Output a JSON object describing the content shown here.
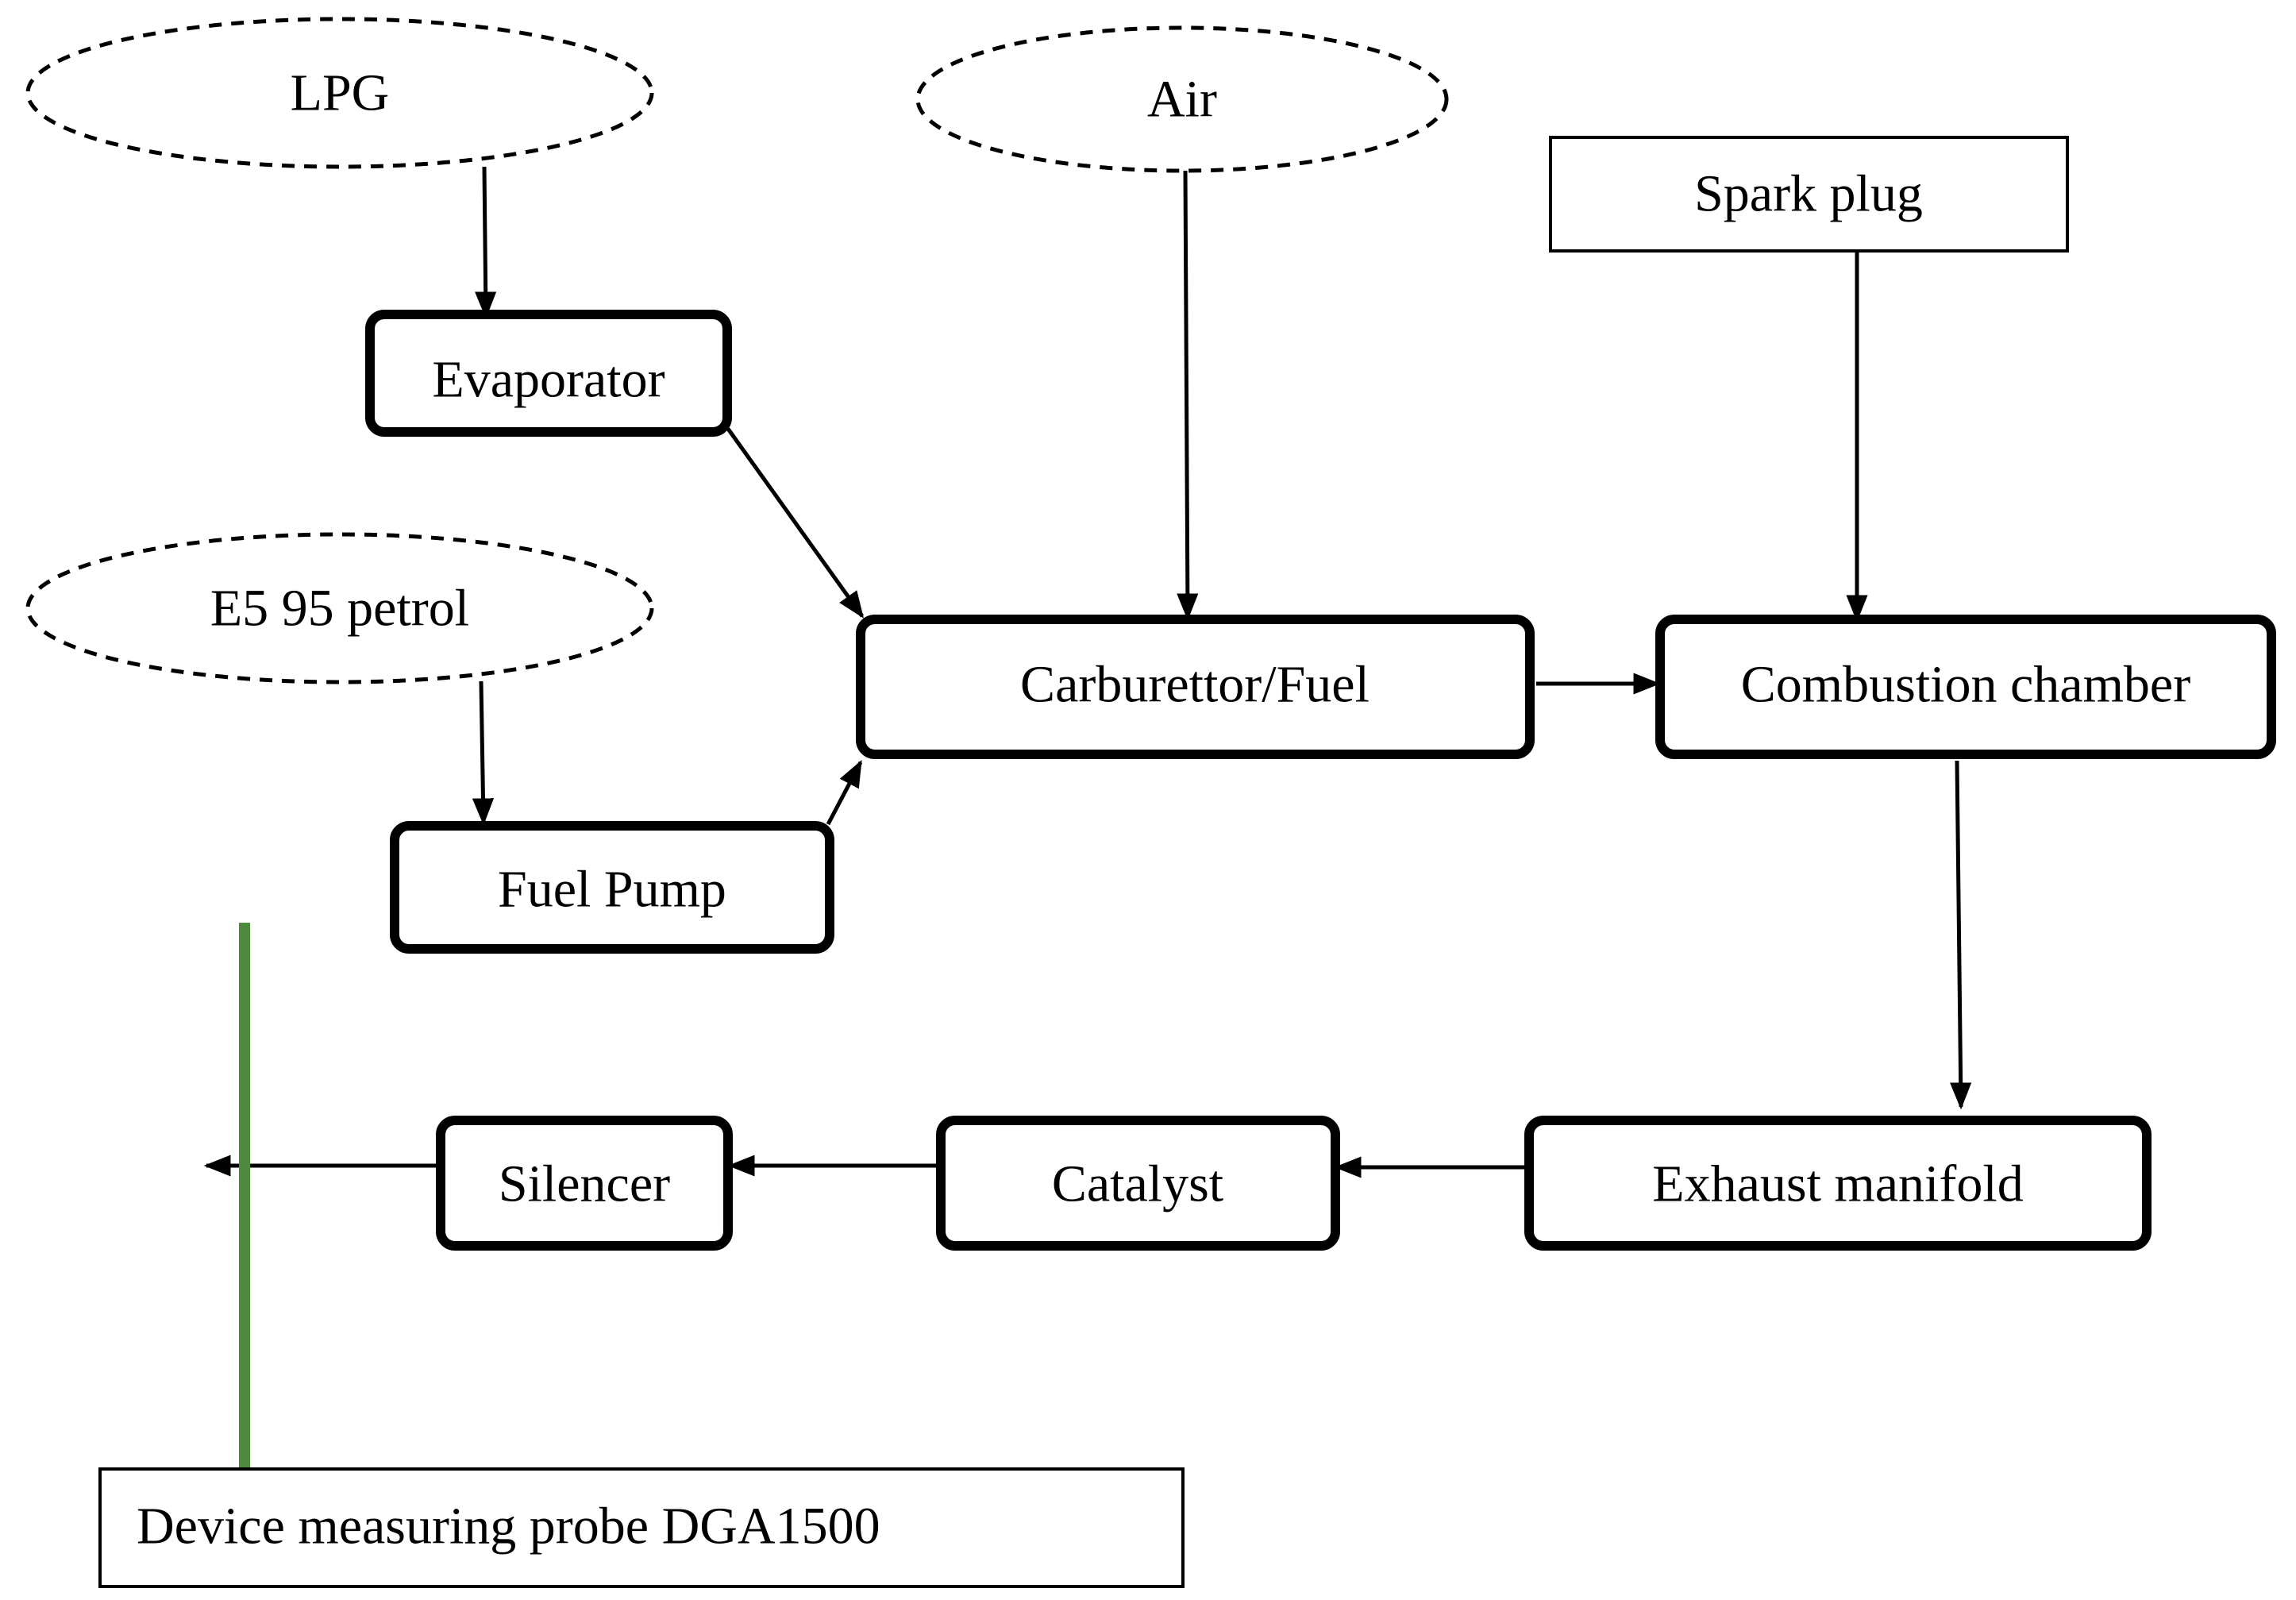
{
  "nodes": {
    "lpg": "LPG",
    "air": "Air",
    "spark_plug": "Spark plug",
    "evaporator": "Evaporator",
    "e5_95_petrol": "E5 95 petrol",
    "carburettor_fuel": "Carburettor/Fuel",
    "combustion_chamber": "Combustion chamber",
    "fuel_pump": "Fuel Pump",
    "exhaust_manifold": "Exhaust manifold",
    "catalyst": "Catalyst",
    "silencer": "Silencer",
    "device_probe": "Device measuring probe DGA1500"
  },
  "colors": {
    "probe_line": "#4e8a3e",
    "stroke": "#000000"
  }
}
